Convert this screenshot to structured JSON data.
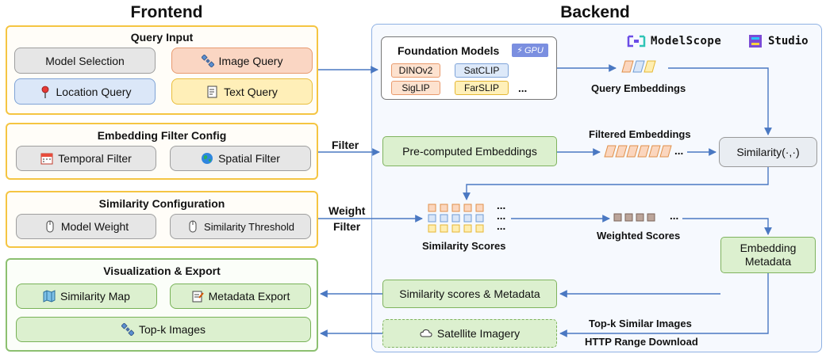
{
  "headings": {
    "frontend": "Frontend",
    "backend": "Backend"
  },
  "frontend": {
    "query_input": {
      "title": "Query Input",
      "model_selection": "Model Selection",
      "image_query": "Image Query",
      "location_query": "Location Query",
      "text_query": "Text Query"
    },
    "embedding_filter": {
      "title": "Embedding Filter Config",
      "temporal": "Temporal Filter",
      "spatial": "Spatial Filter"
    },
    "similarity_config": {
      "title": "Similarity Configuration",
      "model_weight": "Model Weight",
      "threshold": "Similarity Threshold"
    },
    "visualization": {
      "title": "Visualization & Export",
      "similarity_map": "Similarity Map",
      "metadata_export": "Metadata Export",
      "topk_images": "Top-k Images"
    }
  },
  "backend": {
    "foundation_models": {
      "title": "Foundation Models",
      "badge": "GPU",
      "models": [
        "DINOv2",
        "SatCLIP",
        "SigLIP",
        "FarSLIP"
      ],
      "more": "..."
    },
    "logos": {
      "modelscope": "ModelScope",
      "studio": "Studio"
    },
    "query_embeddings": "Query Embeddings",
    "precomputed": "Pre-computed Embeddings",
    "filtered_embeddings": "Filtered Embeddings",
    "similarity_fn": "Similarity(·,·)",
    "similarity_scores": "Similarity Scores",
    "weighted_scores": "Weighted Scores",
    "embedding_metadata": "Embedding Metadata",
    "scores_metadata": "Similarity scores & Metadata",
    "satellite": "Satellite Imagery",
    "topk_label": "Top-k Similar Images",
    "http_label": "HTTP Range Download",
    "ellipsis": "...",
    "filter_label": "Filter",
    "weight_label": "Weight",
    "weight_filter_label": "Filter"
  },
  "colors": {
    "query_orange": "#fbd6be",
    "query_blue": "#d9e6f8",
    "query_yellow": "#ffeeb0",
    "green_box": "#dcf0cf",
    "backend_border": "#8fb1e3",
    "arrow": "#4a78c2",
    "score_gray": "#bca59a"
  }
}
